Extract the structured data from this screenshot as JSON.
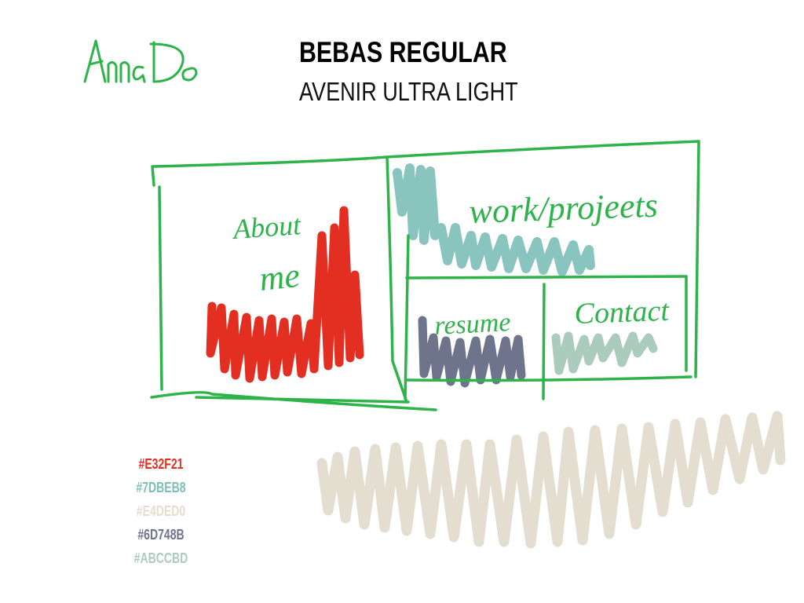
{
  "signature": {
    "text": "Anna Do",
    "color": "#2DB34A"
  },
  "typography": {
    "primary": "BEBAS REGULAR",
    "secondary": "AVENIR ULTRA LIGHT"
  },
  "wireframe": {
    "outline_color": "#2DB34A",
    "sections": [
      {
        "label_line1": "About",
        "label_line2": "me",
        "fill_color": "#E32F21"
      },
      {
        "label": "work/projeets",
        "fill_color": "#7DBEB8"
      },
      {
        "label": "resume",
        "fill_color": "#6D748B"
      },
      {
        "label": "Contact",
        "fill_color": "#ABCCBD"
      }
    ],
    "background_scribble_color": "#E4DED0"
  },
  "palette": [
    {
      "hex": "#E32F21",
      "color": "#E32F21"
    },
    {
      "hex": "#7DBEB8",
      "color": "#7DBEB8"
    },
    {
      "hex": "#E4DED0",
      "color": "#E4DED0"
    },
    {
      "hex": "#6D748B",
      "color": "#6D748B"
    },
    {
      "hex": "#ABCCBD",
      "color": "#ABCCBD"
    }
  ]
}
